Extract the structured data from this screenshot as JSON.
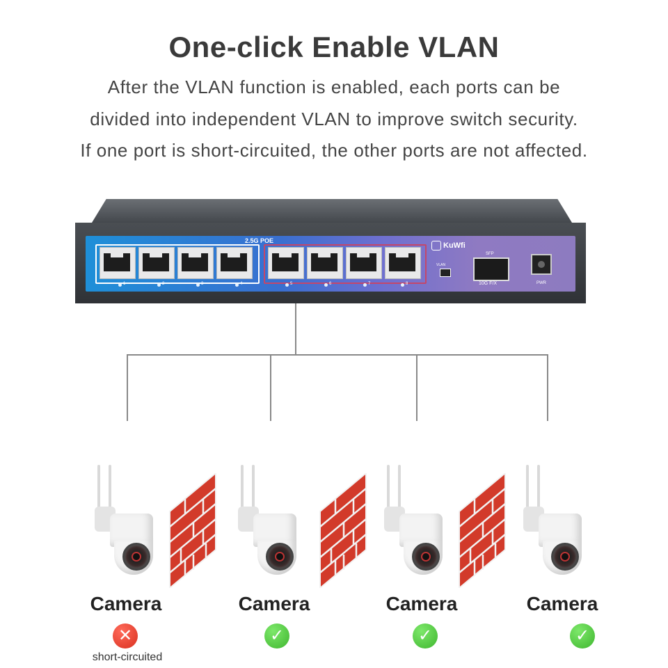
{
  "title": "One-click Enable VLAN",
  "description": [
    "After the VLAN function is enabled, each ports can be",
    "divided into independent VLAN to improve switch security.",
    "If one port is short-circuited, the other ports are not affected."
  ],
  "switch": {
    "poe_label": "2.5G POE",
    "brand": "KuWfi",
    "sfp_label": "SFP",
    "sfp_speed": "10G F/X",
    "power_label": "PWR",
    "dip_label": "VLAN",
    "port_numbers": [
      "1",
      "2",
      "3",
      "4",
      "5",
      "6",
      "7",
      "8"
    ]
  },
  "cameras": [
    {
      "label": "Camera",
      "status": "error",
      "status_icon": "x-icon",
      "status_text": "short-circuited"
    },
    {
      "label": "Camera",
      "status": "ok",
      "status_icon": "check-icon"
    },
    {
      "label": "Camera",
      "status": "ok",
      "status_icon": "check-icon"
    },
    {
      "label": "Camera",
      "status": "ok",
      "status_icon": "check-icon"
    }
  ],
  "colors": {
    "ok": "#3fb62f",
    "error": "#d9301f",
    "firewall_brick": "#d23a2a",
    "panel_blue": "#1e8fd8",
    "panel_purple": "#8d7bc0"
  }
}
